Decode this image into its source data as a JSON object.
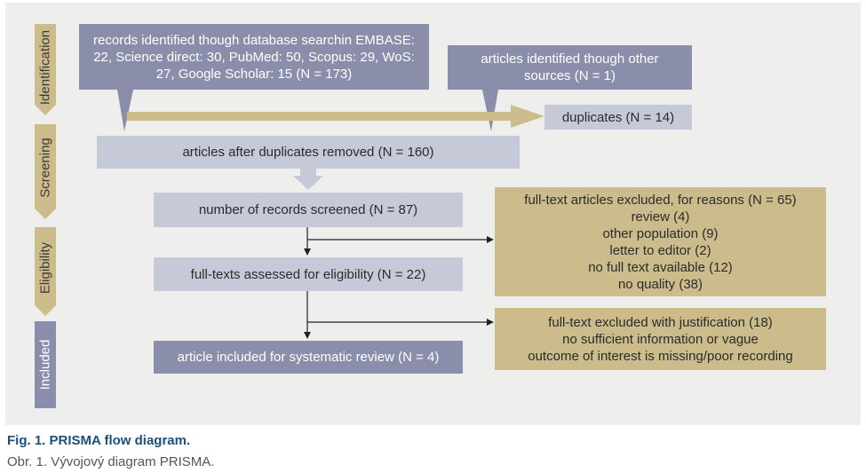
{
  "stages": {
    "identification": "Identification",
    "screening": "Screening",
    "eligibility": "Eligibility",
    "included": "Included"
  },
  "boxes": {
    "records_identified": "records identified though database searchin EMBASE: 22, Science direct: 30, PubMed: 50, Scopus: 29, WoS: 27, Google Scholar: 15 (N = 173)",
    "other_sources": "articles identified though other sources (N = 1)",
    "duplicates": "duplicates (N = 14)",
    "after_duplicates": "articles after duplicates removed (N = 160)",
    "screened": "number of records screened (N = 87)",
    "fulltext_assessed": "full-texts assessed for eligibility (N = 22)",
    "included": "article included for systematic review (N = 4)"
  },
  "excluded_fulltext": {
    "title": "full-text articles excluded, for reasons (N = 65)",
    "reasons": [
      "review (4)",
      "other population (9)",
      "letter to editor (2)",
      "no full text available (12)",
      "no quality (38)"
    ]
  },
  "excluded_justification": {
    "title": "full-text excluded with justification (18)",
    "reasons": [
      "no sufficient information or vague",
      "outcome of interest is missing/poor recording"
    ]
  },
  "captions": {
    "en": "Fig. 1. PRISMA flow diagram.",
    "cs": "Obr. 1. Vývojový diagram PRISMA."
  },
  "colors": {
    "dark_box": "#8a8eaa",
    "light_box": "#c6c9d8",
    "tan_box": "#cdbc8b",
    "panel": "#eeeeec",
    "caption": "#1c4f7a"
  }
}
